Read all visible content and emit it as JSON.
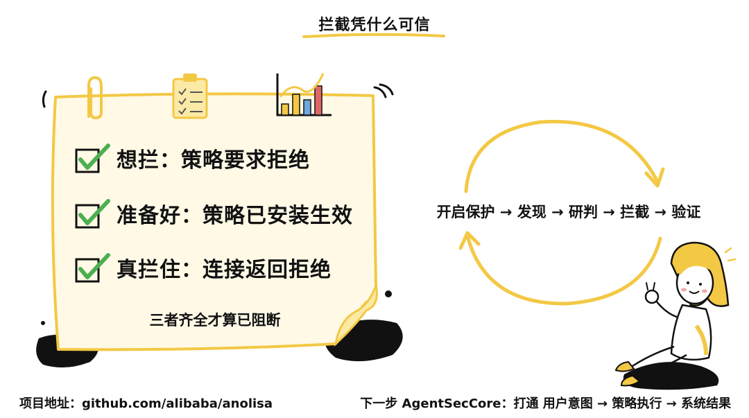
{
  "title": "拦截凭什么可信",
  "checklist": {
    "items": [
      {
        "label": "想拦：策略要求拒绝"
      },
      {
        "label": "准备好：策略已安装生效"
      },
      {
        "label": "真拦住：连接返回拒绝"
      }
    ],
    "footer": "三者齐全才算已阻断",
    "decor_icons": [
      "paperclip-icon",
      "clipboard-icon",
      "bar-chart-icon"
    ]
  },
  "cycle": {
    "label": "开启保护 → 发现 → 研判 → 拦截 → 验证"
  },
  "footer": {
    "left": "项目地址：github.com/alibaba/anolisa",
    "right": "下一步 AgentSecCore：打通 用户意图 → 策略执行 → 系统结果"
  },
  "colors": {
    "accent_yellow": "#f3c844",
    "check_green": "#4caf50",
    "ink": "#111111",
    "note_fill": "#fff9e6"
  }
}
